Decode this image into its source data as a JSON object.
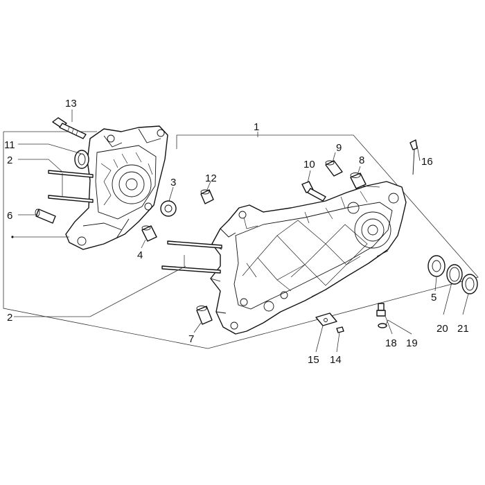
{
  "callouts": {
    "c1": "1",
    "c2a": "2",
    "c2b": "2",
    "c3": "3",
    "c4": "4",
    "c5": "5",
    "c6": "6",
    "c7": "7",
    "c8": "8",
    "c9": "9",
    "c10": "10",
    "c11": "11",
    "c12": "12",
    "c13": "13",
    "c14": "14",
    "c15": "15",
    "c16": "16",
    "c18": "18",
    "c19": "19",
    "c20": "20",
    "c21": "21"
  }
}
